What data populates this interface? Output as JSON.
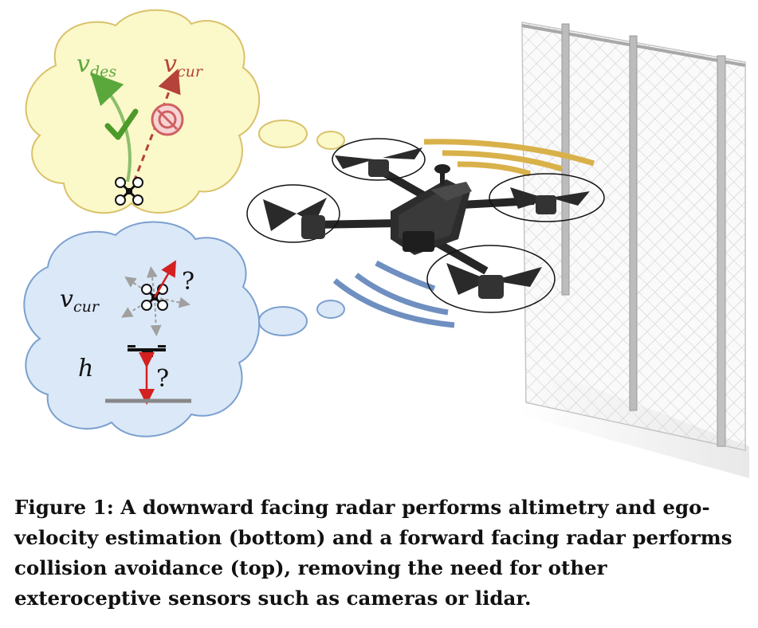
{
  "top_bubble": {
    "desired_label": "v",
    "desired_sub": "des",
    "current_label": "v",
    "current_sub": "cur",
    "colors": {
      "fill": "#fbf8c9",
      "stroke": "#d9c26a",
      "green": "#5aa83c",
      "red": "#b5423b"
    }
  },
  "bottom_bubble": {
    "velocity_label": "v",
    "velocity_sub": "cur",
    "velocity_question": "?",
    "height_label": "h",
    "height_question": "?",
    "colors": {
      "fill": "#dbe8f7",
      "stroke": "#7ba0cf",
      "red": "#d32020"
    }
  },
  "radar": {
    "forward_color": "#d9b14a",
    "downward_color": "#6f8fc1"
  },
  "caption": "Figure 1: A downward facing radar performs altimetry and ego-velocity estimation (bottom) and a forward facing radar performs collision avoidance (top), removing the need for other exteroceptive sensors such as cameras or lidar."
}
